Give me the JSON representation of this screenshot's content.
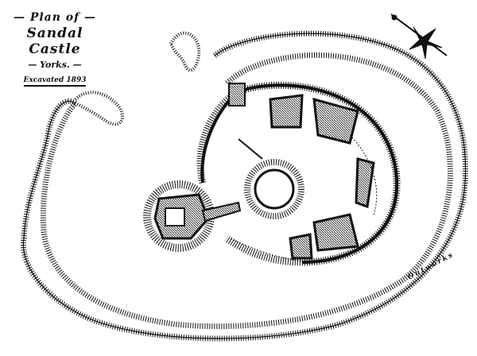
{
  "title": {
    "line1": "— Plan of —",
    "line2": "Sandal Castle",
    "line3": "— Yorks. —",
    "line4": "Excavated 1893"
  },
  "labels": {
    "outworks": "Outworks"
  },
  "colors": {
    "ink": "#111111",
    "paper": "#ffffff"
  },
  "icons": {
    "compass": "compass-star-icon"
  }
}
